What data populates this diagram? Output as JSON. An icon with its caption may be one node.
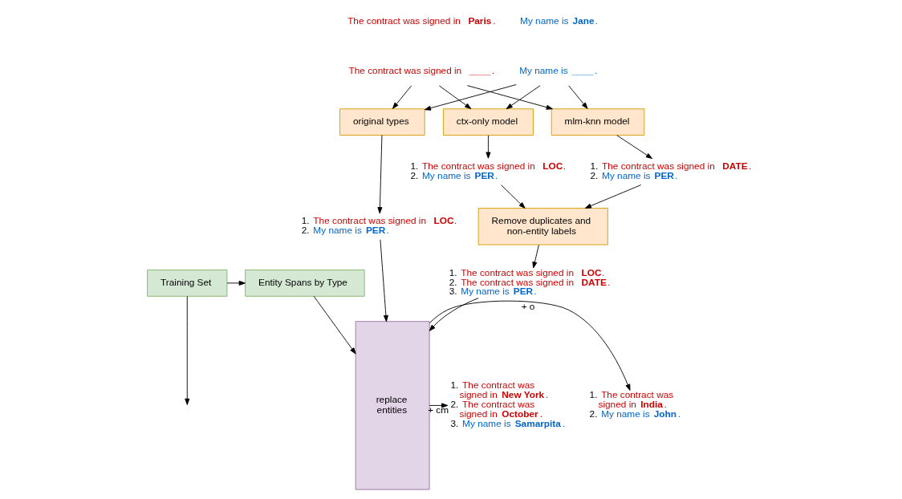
{
  "diagram": {
    "nodes": [
      {
        "text": [
          "Training Set"
        ]
      },
      {
        "text": [
          "Entity Spans by Type"
        ]
      },
      {
        "text": [
          "The contract was signed in **Paris**."
        ]
      },
      {
        "text": [
          "My name is **Jane**."
        ]
      },
      {
        "text": [
          "The contract was signed in **____**."
        ]
      },
      {
        "text": [
          "My name is **____**."
        ]
      },
      {
        "text": [
          "ctx-only model"
        ]
      },
      {
        "text": [
          "mlm-knn model"
        ]
      },
      {
        "text": [
          "original types"
        ]
      },
      {
        "text": [
          "1. The contract was signed in **LOC**.",
          "2. My name is **PER**."
        ]
      },
      {
        "text": [
          "1. The contract was signed in **DATE**.",
          "2. My name is **PER**."
        ]
      },
      {
        "text": [
          "1. The contract was signed in **LOC**.",
          "2. My name is **PER**."
        ]
      },
      {
        "text": [
          "Remove duplicates and non-entity labels"
        ]
      },
      {
        "text": [
          "1. The contract was signed in **LOC**.",
          "2. The contract was signed in **DATE**.",
          "3. My name is **PER**."
        ]
      },
      {
        "text": [
          "replace entities"
        ]
      },
      {
        "text": [
          "1. The contract was signed in **India**.",
          "2. My name is **John**."
        ]
      },
      {
        "text": [
          "1. The contract was signed in **New York**.",
          "2. The contract was signed in **October**.",
          "3. My name is **Samarpita**."
        ]
      }
    ],
    "edges": [
      {
        "from": 0,
        "to": 1,
        "arrow": "to"
      },
      {
        "from": 0,
        "to": null,
        "arrow": "to"
      },
      {
        "from": 4,
        "to": 6,
        "arrow": "to"
      },
      {
        "from": 4,
        "to": 7,
        "arrow": "to"
      },
      {
        "from": 4,
        "to": 8,
        "arrow": "to"
      },
      {
        "from": 5,
        "to": 6,
        "arrow": "to"
      },
      {
        "from": 5,
        "to": 7,
        "arrow": "to"
      },
      {
        "from": 5,
        "to": 8,
        "arrow": "to"
      },
      {
        "from": 6,
        "to": 9,
        "arrow": "to"
      },
      {
        "from": 7,
        "to": 10,
        "arrow": "to"
      },
      {
        "from": 8,
        "to": 11,
        "arrow": "to"
      },
      {
        "from": 9,
        "to": 12,
        "arrow": "to"
      },
      {
        "from": 10,
        "to": 12,
        "arrow": "to"
      },
      {
        "from": 12,
        "to": 13,
        "arrow": "to"
      },
      {
        "from": 1,
        "to": 14,
        "arrow": "to"
      },
      {
        "from": 11,
        "to": 14,
        "arrow": "to"
      },
      {
        "from": 13,
        "to": 14,
        "arrow": "to"
      },
      {
        "from": 14,
        "to": 15,
        "label": "+ o",
        "arrow": "to"
      },
      {
        "from": 14,
        "to": 16,
        "label": "+ cm",
        "arrow": "to"
      }
    ]
  }
}
